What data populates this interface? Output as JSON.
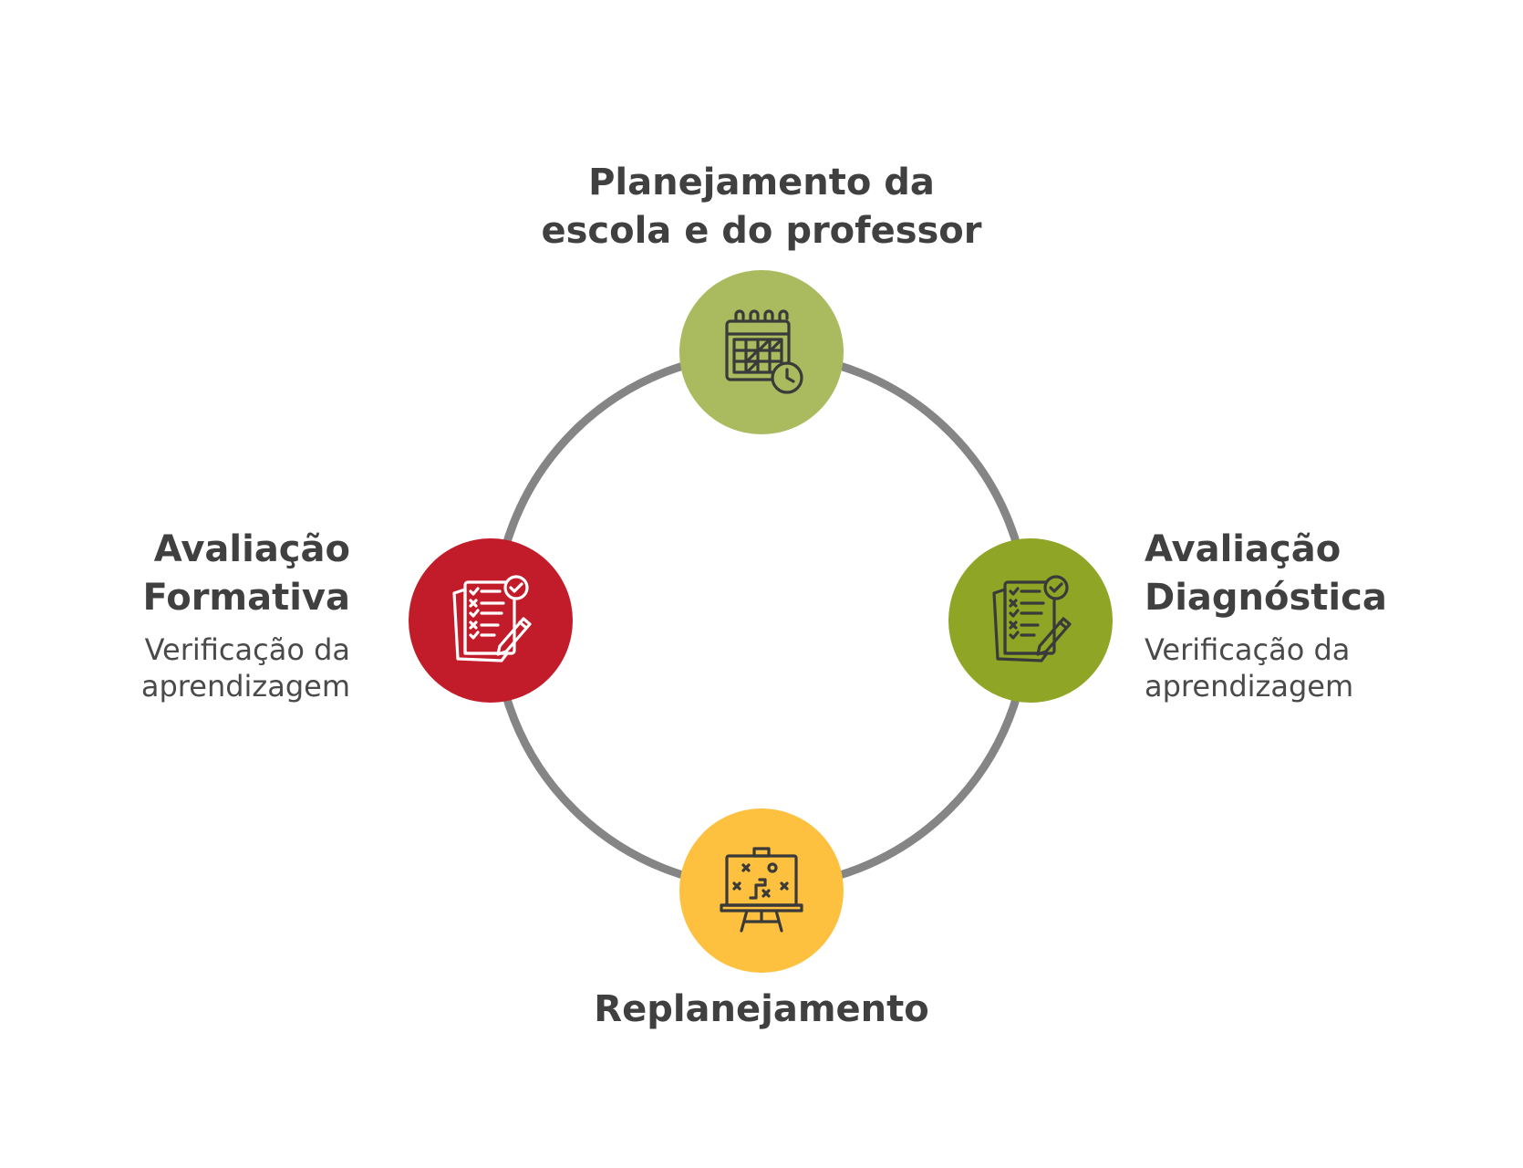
{
  "colors": {
    "ring": "#858585",
    "planejamento": "#a9bb5e",
    "diagnostica": "#8ea526",
    "formativa": "#c21b29",
    "replanejamento": "#fec13f",
    "icon_dark": "#3a3a3a",
    "icon_light": "#ffffff"
  },
  "nodes": {
    "top": {
      "title_line1": "Planejamento da",
      "title_line2": "escola e do professor",
      "icon": "calendar-clock-icon"
    },
    "right": {
      "title_line1": "Avaliação",
      "title_line2": "Diagnóstica",
      "subtitle_line1": "Verificação da",
      "subtitle_line2": "aprendizagem",
      "icon": "checklist-pencil-icon"
    },
    "left": {
      "title_line1": "Avaliação",
      "title_line2": "Formativa",
      "subtitle_line1": "Verificação da",
      "subtitle_line2": "aprendizagem",
      "icon": "checklist-pencil-icon"
    },
    "bottom": {
      "title": "Replanejamento",
      "icon": "strategy-board-icon"
    }
  }
}
